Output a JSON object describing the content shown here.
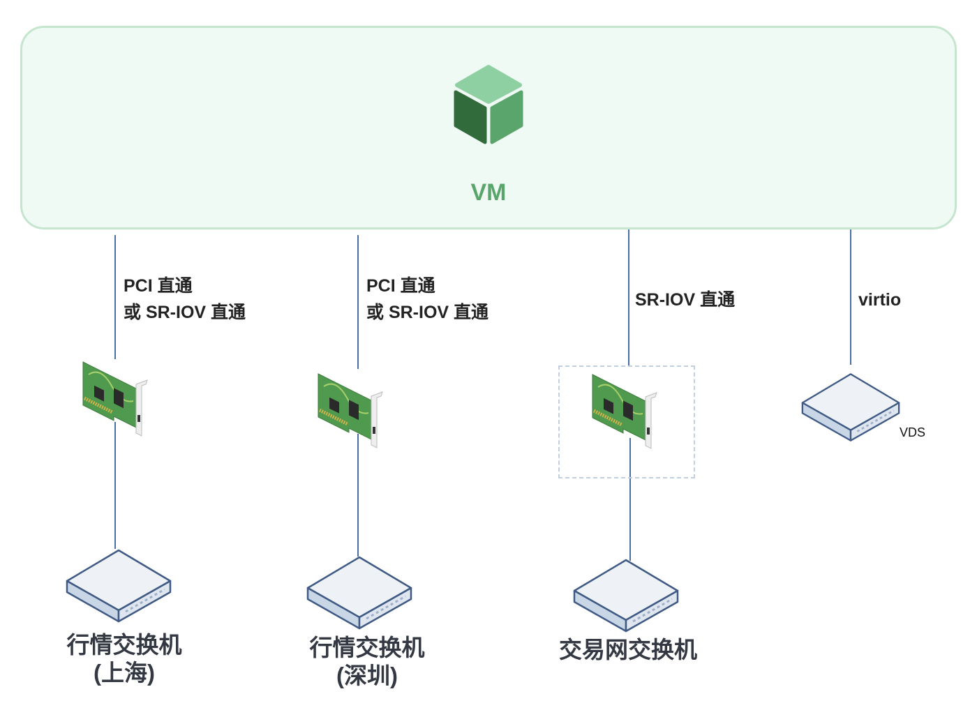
{
  "vm": {
    "label": "VM",
    "icon": "cube-icon",
    "colors": {
      "box_fill": "#f0faf4",
      "box_border": "#c6e5cf",
      "label": "#5aa56c",
      "cube_top": "#8fd0a3",
      "cube_left": "#316b3b",
      "cube_right": "#5aa56c"
    }
  },
  "connections": [
    {
      "label_lines": [
        "PCI 直通",
        "或 SR-IOV 直通"
      ],
      "nic_icon": "network-card-icon",
      "in_dashed_box": false,
      "switch": {
        "icon": "switch-icon",
        "label_lines": [
          "行情交换机",
          "(上海)"
        ]
      }
    },
    {
      "label_lines": [
        "PCI 直通",
        "或 SR-IOV 直通"
      ],
      "nic_icon": "network-card-icon",
      "in_dashed_box": false,
      "switch": {
        "icon": "switch-icon",
        "label_lines": [
          "行情交换机",
          "(深圳)"
        ]
      }
    },
    {
      "label_lines": [
        "SR-IOV 直通"
      ],
      "nic_icon": "network-card-icon",
      "in_dashed_box": true,
      "switch": {
        "icon": "switch-icon",
        "label_lines": [
          "交易网交换机"
        ]
      }
    },
    {
      "label_lines": [
        "virtio"
      ],
      "switch": {
        "icon": "switch-icon",
        "label_lines": [
          "VDS"
        ]
      }
    }
  ],
  "colors": {
    "wire": "#4a6fa5",
    "switch_top": "#eef1f6",
    "switch_side": "#c3d2e4",
    "switch_outline": "#3f5a85",
    "nic_board": "#4f9a4e",
    "dashed_border": "#c3cede"
  }
}
